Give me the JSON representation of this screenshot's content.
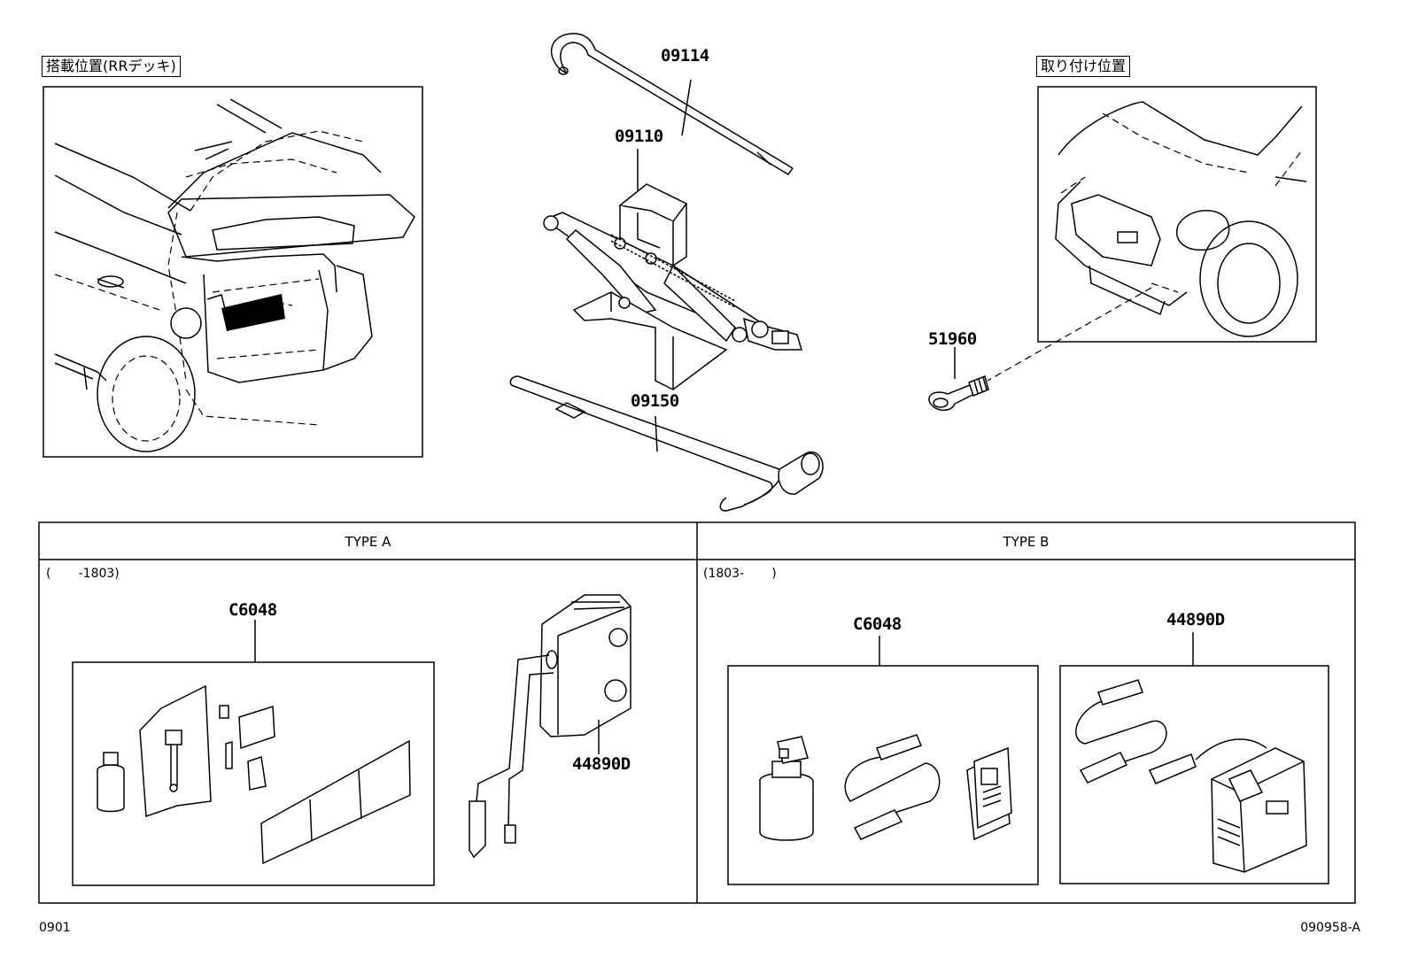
{
  "insets": {
    "rear_deck": {
      "caption": "搭載位置(RRデッキ)"
    },
    "mounting": {
      "caption": "取り付け位置"
    }
  },
  "parts": {
    "p09114": "09114",
    "p09110": "09110",
    "p09150": "09150",
    "p51960": "51960"
  },
  "table": {
    "type_a": {
      "header": "TYPE A",
      "range": "(       -1803)",
      "kit_label": "C6048",
      "compressor_label": "44890D"
    },
    "type_b": {
      "header": "TYPE B",
      "range": "(1803-       )",
      "kit_label": "C6048",
      "compressor_label": "44890D"
    }
  },
  "footer": {
    "left_code": "0901",
    "right_code": "090958-A"
  }
}
